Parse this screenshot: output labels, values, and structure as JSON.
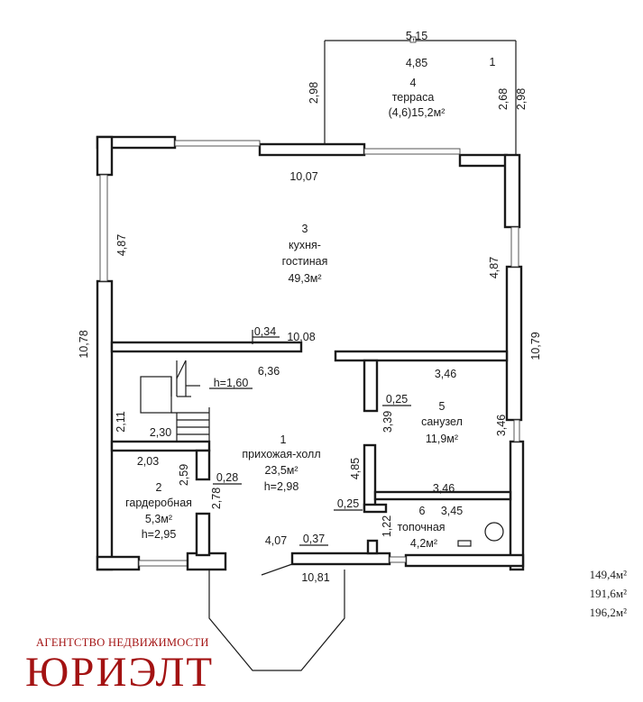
{
  "rooms": {
    "terrace": {
      "num": "4",
      "name": "терраса",
      "area": "(4,6)15,2м²"
    },
    "kitchen": {
      "num": "3",
      "name1": "кухня-",
      "name2": "гостиная",
      "area": "49,3м²"
    },
    "hall": {
      "num": "1",
      "name": "прихожая-холл",
      "area": "23,5м²",
      "height": "h=2,98"
    },
    "bathroom": {
      "num": "5",
      "name": "санузел",
      "area": "11,9м²"
    },
    "wardrobe": {
      "num": "2",
      "name": "гардеробная",
      "area": "5,3м²",
      "height": "h=2,95"
    },
    "boiler": {
      "num": "6",
      "name": "топочная",
      "area": "4,2м²"
    }
  },
  "dims": {
    "terrace_top": "5,15",
    "terrace_inner": "4,85",
    "terrace_mark": "1",
    "terrace_left": "2,98",
    "terrace_right_inner": "2,68",
    "terrace_right": "2,98",
    "top_wall": "10,07",
    "left_upper": "4,87",
    "right_upper": "4,87",
    "left_total": "10,78",
    "right_total": "10,79",
    "inner_wall_small": "0,34",
    "inner_wall_len": "10,08",
    "stair_h": "h=1,60",
    "hall_top": "6,36",
    "bath_top": "3,46",
    "bath_wall": "0,25",
    "bath_side": "3,39",
    "bath_right": "3,46",
    "stair_side": "2,11",
    "stair_bottom": "2,30",
    "wardrobe_top": "2,03",
    "wardrobe_side": "2,59",
    "wardrobe_wall": "0,28",
    "wardrobe_right": "2,78",
    "boiler_side": "4,85",
    "bath_bottom": "3,46",
    "boiler_wall": "0,25",
    "boiler_top": "3,45",
    "boiler_left": "1,22",
    "hall_bottom": "4,07",
    "porch_wall": "0,37",
    "bottom_total": "10,81"
  },
  "totals": [
    "149,4м²",
    "191,6м²",
    "196,2м²"
  ],
  "brand": {
    "subtitle": "АГЕНТСТВО НЕДВИЖИМОСТИ",
    "name": "ЮРИЭЛТ",
    "color": "#a31212"
  }
}
